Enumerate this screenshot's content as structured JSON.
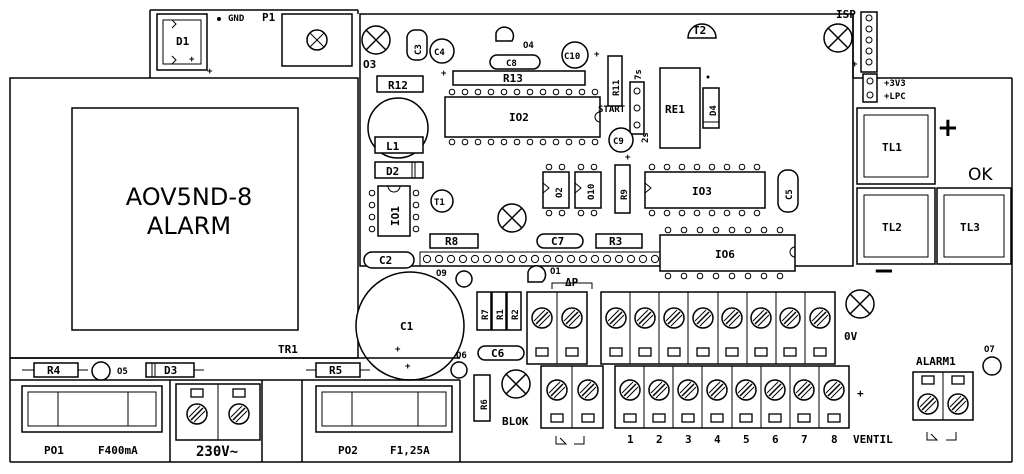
{
  "labels": {
    "d1": "D1",
    "gnd": "GND",
    "p1": "P1",
    "isp": "ISP",
    "c3": "C3",
    "c4": "C4",
    "o4": "O4",
    "c8": "C8",
    "c10": "C10",
    "r11": "R11",
    "t2": "T2",
    "o3": "O3",
    "r12": "R12",
    "r13": "R13",
    "j7s": "7s",
    "start": "START",
    "re1": "RE1",
    "d4": "D4",
    "v33": "+3V3",
    "lpc": "+LPC",
    "io2": "IO2",
    "j2s": "2s",
    "c9": "C9",
    "l1": "L1",
    "d2": "D2",
    "tl1": "TL1",
    "ok": "OK",
    "title_line1": "AOV5ND-8",
    "title_line2": "ALARM",
    "o2": "O2",
    "o10": "O10",
    "r9": "R9",
    "io3": "IO3",
    "c5": "C5",
    "io1": "IO1",
    "t1": "T1",
    "tl2": "TL2",
    "tl3": "TL3",
    "r8": "R8",
    "c7": "C7",
    "r3": "R3",
    "io6": "IO6",
    "c2": "C2",
    "o9": "O9",
    "o1": "O1",
    "dp": "ΔP",
    "r7": "R7",
    "r1": "R1",
    "r2": "R2",
    "c1": "C1",
    "ov": "0V",
    "tr1": "TR1",
    "o6": "O6",
    "c6": "C6",
    "o7": "O7",
    "r4": "R4",
    "o5": "O5",
    "d3": "D3",
    "r5": "R5",
    "alarm1": "ALARM1",
    "r6": "R6",
    "blok": "BLOK",
    "plus": "+",
    "minus": "−",
    "po1": "PO1",
    "f400": "F400mA",
    "v230": "230V~",
    "po2": "PO2",
    "f125": "F1,25A",
    "ventil": "VENTIL",
    "n1": "1",
    "n2": "2",
    "n3": "3",
    "n4": "4",
    "n5": "5",
    "n6": "6",
    "n7": "7",
    "n8": "8"
  }
}
